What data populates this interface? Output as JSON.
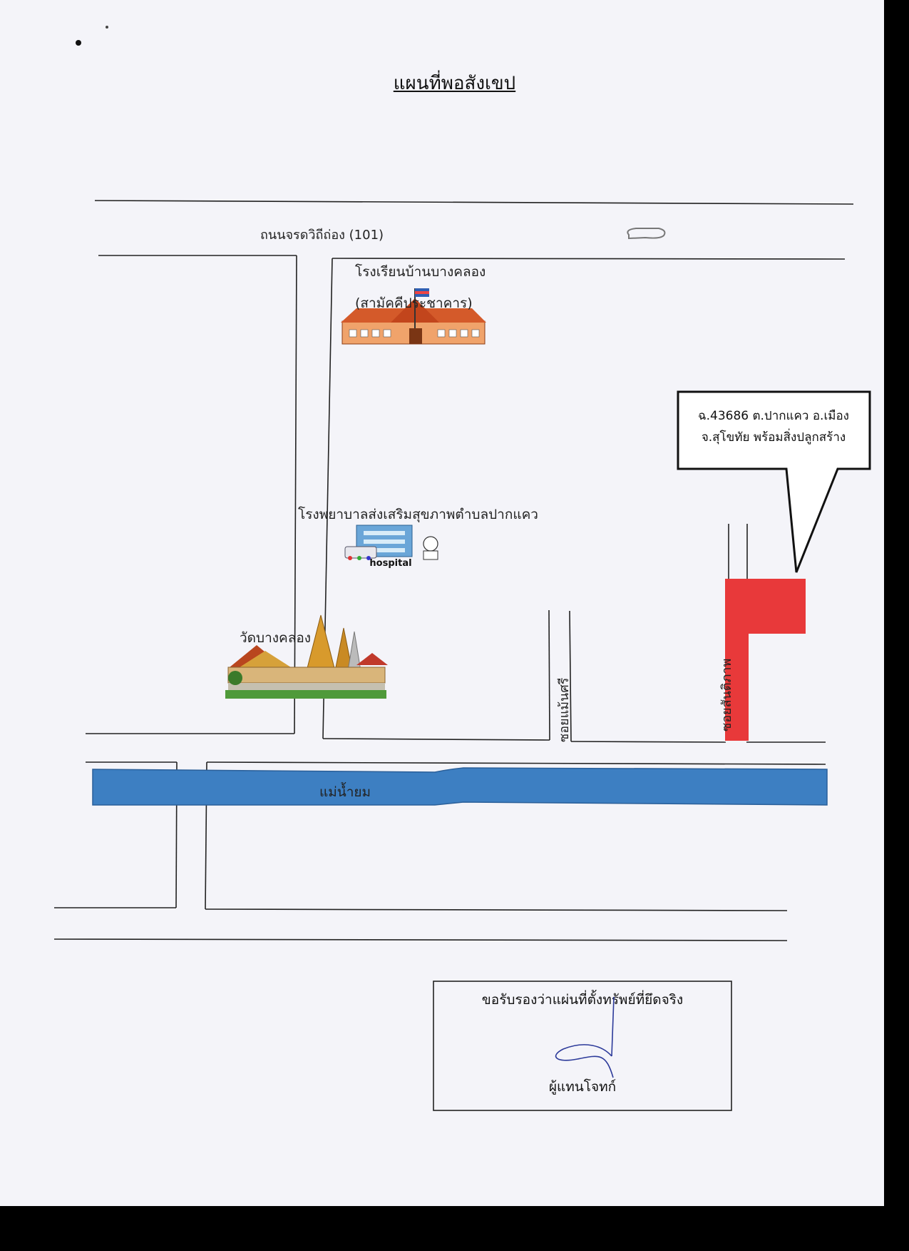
{
  "map": {
    "title": "แผนที่พอสังเขป",
    "road_main": "ถนนจรดวิถีถ่อง (101)",
    "school_line1": "โรงเรียนบ้านบางคลอง",
    "school_line2": "(สามัคคีประชาคาร)",
    "hospital_name": "โรงพยาบาลส่งเสริมสุขภาพตำบลปากแคว",
    "hospital_icon_text": "hospital",
    "temple": "วัดบางคลอง",
    "soi_1": "ซอยแม้นศรี",
    "soi_2": "ซอยสันติภาพ",
    "river": "แม่น้ำยม",
    "callout_line1": "ฉ.43686 ต.ปากแคว อ.เมือง",
    "callout_line2": "จ.สุโขทัย พร้อมสิ่งปลูกสร้าง",
    "cert_text": "ขอรับรองว่าแผ่นที่ตั้งทรัพย์ที่ยึดจริง",
    "cert_signer": "ผู้แทนโจทก์"
  },
  "colors": {
    "river": "#3d7fc2",
    "property": "#e8393a",
    "line": "#222222"
  }
}
